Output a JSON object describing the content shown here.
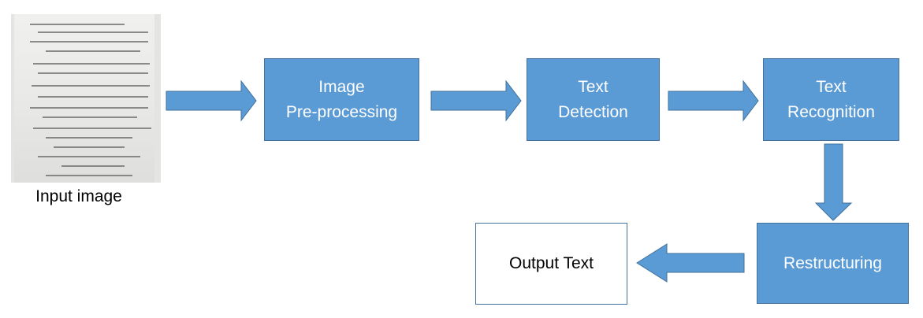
{
  "input": {
    "caption": "Input image",
    "image_name": "receipt-photo"
  },
  "steps": [
    {
      "id": "preprocessing",
      "label": "Image\nPre-processing"
    },
    {
      "id": "detection",
      "label": "Text\nDetection"
    },
    {
      "id": "recognition",
      "label": "Text\nRecognition"
    },
    {
      "id": "restructuring",
      "label": "Restructuring"
    }
  ],
  "output": {
    "label": "Output Text"
  },
  "colors": {
    "box_fill": "#5b9bd5",
    "box_border": "#41719c",
    "output_fill": "#ffffff"
  }
}
